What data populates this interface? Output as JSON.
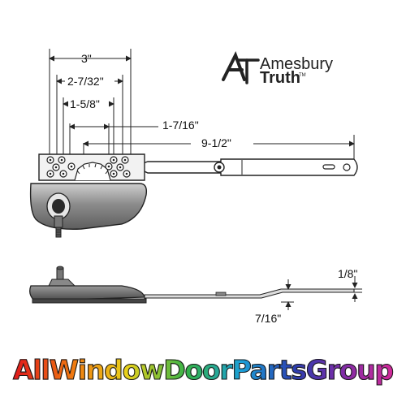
{
  "logo": {
    "top_line": "Amesbury",
    "bottom_line": "Truth",
    "trademark": "TM"
  },
  "dimensions": {
    "d1": "3\"",
    "d2": "2-7/32\"",
    "d3": "1-5/8\"",
    "d4": "1-7/16\"",
    "d5": "9-1/2\"",
    "d6": "1/8\"",
    "d7": "7/16\""
  },
  "banner": {
    "text": "AllWindowDoorPartsGroup"
  },
  "colors": {
    "line": "#222222",
    "housing": "#8a8a8a"
  }
}
